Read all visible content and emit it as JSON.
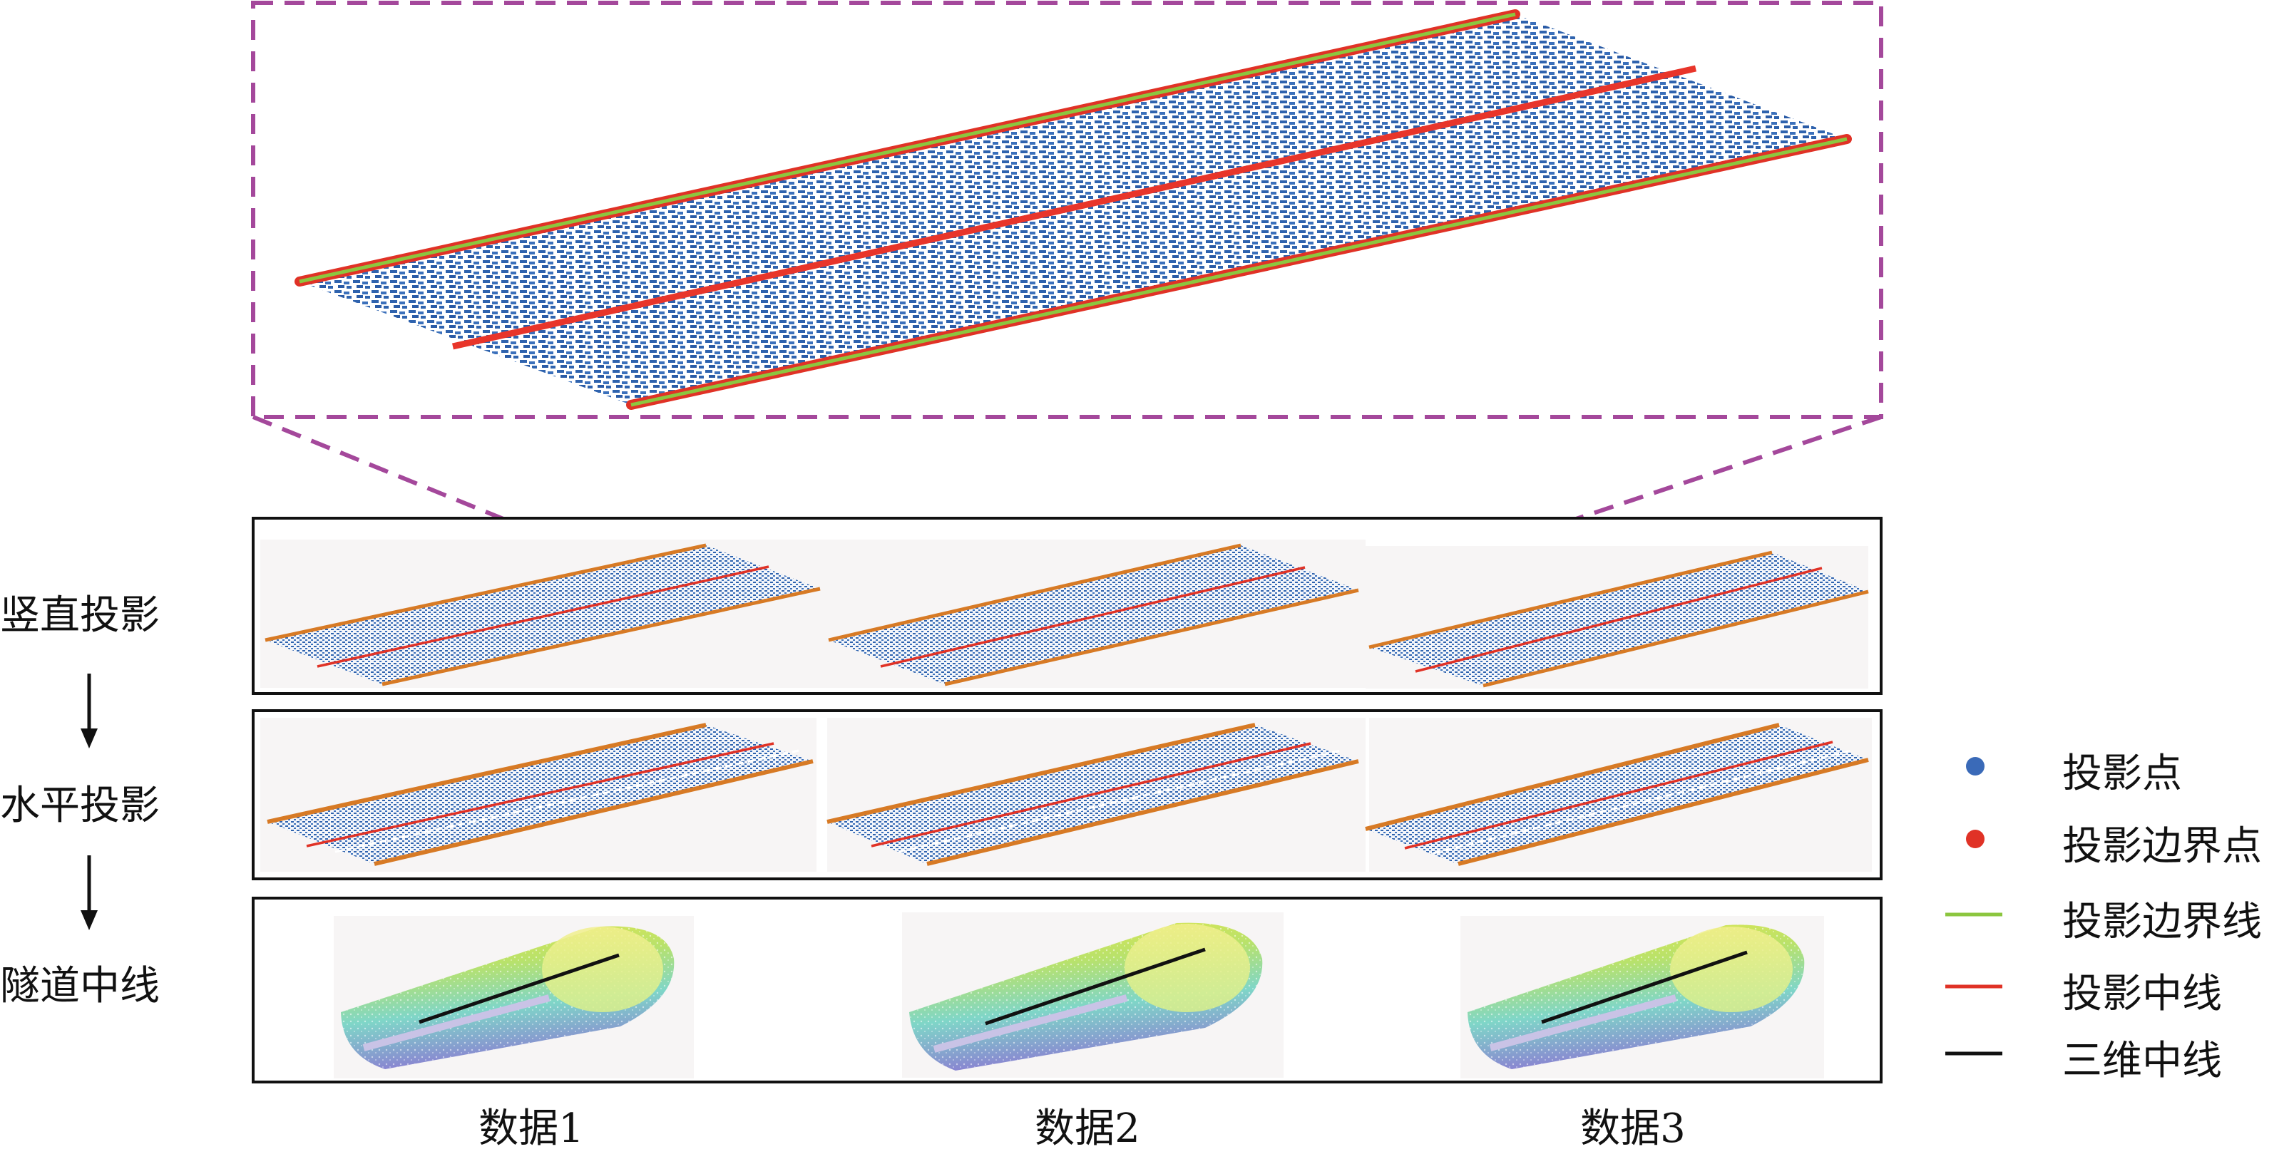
{
  "row_labels": [
    "竖直投影",
    "水平投影",
    "隧道中线"
  ],
  "column_labels": [
    "数据1",
    "数据2",
    "数据3"
  ],
  "legend": [
    {
      "label": "投影点",
      "marker": "dot",
      "color": "#3a6ab8"
    },
    {
      "label": "投影边界点",
      "marker": "dot",
      "color": "#e03226"
    },
    {
      "label": "投影边界线",
      "marker": "line",
      "color": "#8cc63f"
    },
    {
      "label": "投影中线",
      "marker": "line",
      "color": "#e03226"
    },
    {
      "label": "三维中线",
      "marker": "line",
      "color": "#111111"
    }
  ],
  "colors": {
    "point_cloud": "#2f63ae",
    "boundary_line": "#8cc63f",
    "boundary_points": "#e03226",
    "centerline_2d": "#e8352a",
    "centerline_3d": "#111111",
    "zoom_frame": "#a4489b",
    "panel_border": "#111111"
  }
}
